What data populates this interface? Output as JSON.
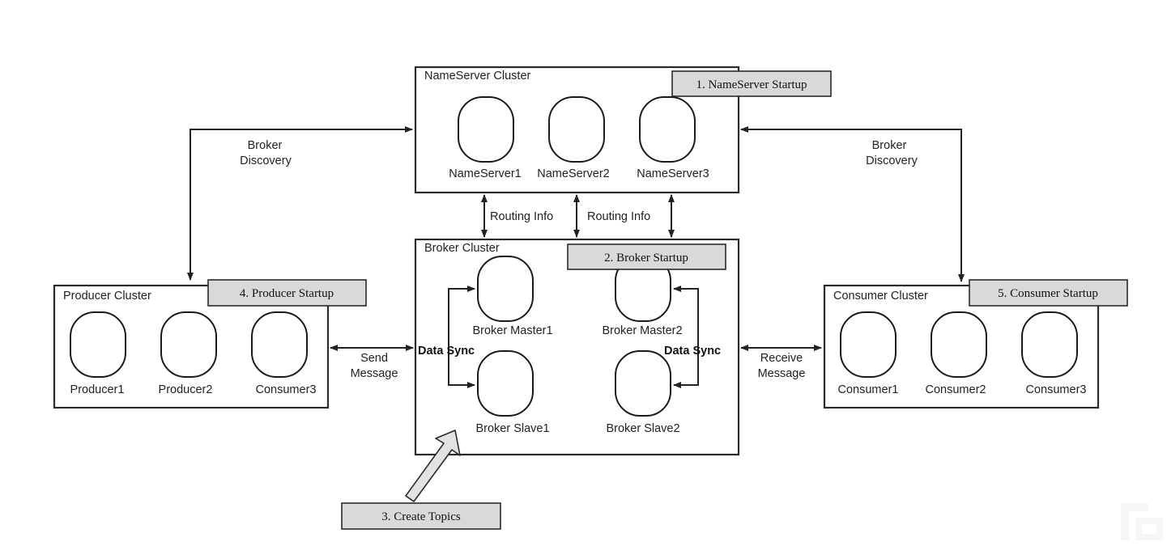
{
  "nameserver_cluster": {
    "title": "NameServer Cluster",
    "startup_tag": "1. NameServer Startup",
    "nodes": [
      "NameServer1",
      "NameServer2",
      "NameServer3"
    ]
  },
  "broker_cluster": {
    "title": "Broker Cluster",
    "startup_tag": "2. Broker Startup",
    "nodes": [
      "Broker Master1",
      "Broker Master2",
      "Broker Slave1",
      "Broker Slave2"
    ],
    "sync_label_left": "Data Sync",
    "sync_label_right": "Data Sync"
  },
  "producer_cluster": {
    "title": "Producer Cluster",
    "startup_tag": "4. Producer Startup",
    "nodes": [
      "Producer1",
      "Producer2",
      "Consumer3"
    ]
  },
  "consumer_cluster": {
    "title": "Consumer Cluster",
    "startup_tag": "5. Consumer Startup",
    "nodes": [
      "Consumer1",
      "Consumer2",
      "Consumer3"
    ]
  },
  "create_topics_tag": "3. Create Topics",
  "links": {
    "routing_info_left": "Routing Info",
    "routing_info_right": "Routing Info",
    "broker_discovery_left": [
      "Broker",
      "Discovery"
    ],
    "broker_discovery_right": [
      "Broker",
      "Discovery"
    ],
    "send_message": [
      "Send",
      "Message"
    ],
    "receive_message": [
      "Receive",
      "Message"
    ]
  }
}
